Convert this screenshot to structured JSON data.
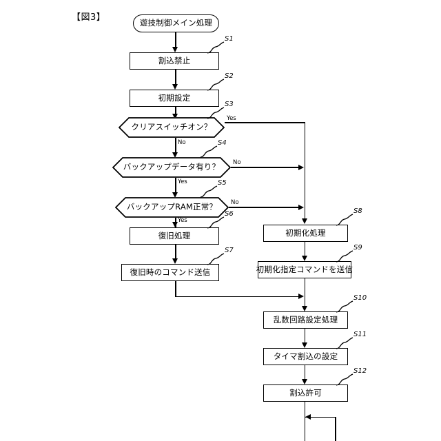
{
  "figure": {
    "title": "【図3】",
    "caption_language": "ja"
  },
  "diagram": {
    "type": "flowchart",
    "orientation": "top-to-bottom",
    "start_node": {
      "label": "遊技制御メイン処理",
      "shape": "terminator"
    },
    "steps": [
      {
        "code": "S1",
        "label": "割込禁止",
        "shape": "process"
      },
      {
        "code": "S2",
        "label": "初期設定",
        "shape": "process"
      },
      {
        "code": "S3",
        "label": "クリアスイッチオン？",
        "shape": "decision"
      },
      {
        "code": "S4",
        "label": "バックアップデータ有り？",
        "shape": "decision"
      },
      {
        "code": "S5",
        "label": "バックアップRAM正常？",
        "shape": "decision"
      },
      {
        "code": "S6",
        "label": "復旧処理",
        "shape": "process"
      },
      {
        "code": "S7",
        "label": "復旧時のコマンド送信",
        "shape": "process"
      },
      {
        "code": "S8",
        "label": "初期化処理",
        "shape": "process"
      },
      {
        "code": "S9",
        "label": "初期化指定コマンドを送信",
        "shape": "process"
      },
      {
        "code": "S10",
        "label": "乱数回路設定処理",
        "shape": "process"
      },
      {
        "code": "S11",
        "label": "タイマ割込の設定",
        "shape": "process"
      },
      {
        "code": "S12",
        "label": "割込許可",
        "shape": "process"
      }
    ],
    "edge_labels": {
      "s3_yes": "Yes",
      "s3_no": "No",
      "s4_yes": "Yes",
      "s4_no": "No",
      "s5_yes": "Yes",
      "s5_no": "No"
    },
    "colors": {
      "stroke": "#000000",
      "background": "#ffffff"
    }
  }
}
